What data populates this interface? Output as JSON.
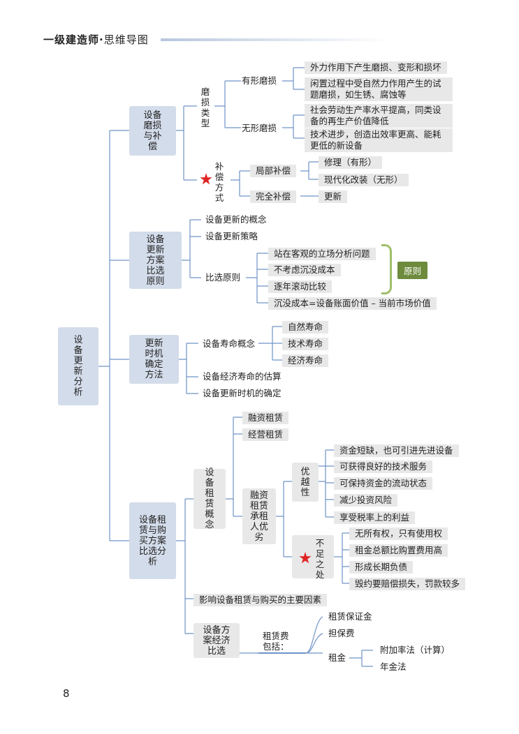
{
  "header": {
    "title": "一级建造师",
    "dot": "·",
    "subtitle": "思维导图"
  },
  "page_number": "8",
  "root": "设备更新分析",
  "s1": {
    "label": "设备磨损与补偿",
    "wear_types": "磨损类型",
    "tangible": "有形磨损",
    "t1": "外力作用下产生磨损、变形和损坏",
    "t2": "闲置过程中受自然力作用产生的试题磨损，如生锈、腐蚀等",
    "intangible": "无形磨损",
    "i1": "社会劳动生产率水平提高，同类设备的再生产价值降低",
    "i2": "技术进步，创造出效率更高、能耗更低的新设备",
    "comp_mode": "补偿方式",
    "partial": "局部补偿",
    "p1": "修理（有形）",
    "p2": "现代化改装（无形）",
    "full": "完全补偿",
    "f1": "更新"
  },
  "s2": {
    "label": "设备更新方案比选原则",
    "c1": "设备更新的概念",
    "c2": "设备更新策略",
    "c3": "比选原则",
    "r1": "站在客观的立场分析问题",
    "r2": "不考虑沉没成本",
    "r3": "逐年滚动比较",
    "r4": "沉没成本=设备账面价值 – 当前市场价值",
    "principle_tag": "原则"
  },
  "s3": {
    "label": "更新时机确定方法",
    "life": "设备寿命概念",
    "l1": "自然寿命",
    "l2": "技术寿命",
    "l3": "经济寿命",
    "econ": "设备经济寿命的估算",
    "timing": "设备更新时机的确定"
  },
  "s4": {
    "label": "设备租赁与购买方案比选分析",
    "lease_concept": "设备租赁概念",
    "fin": "融资租赁",
    "op": "经营租赁",
    "pros_cons": "融资租赁承租人优劣",
    "pros": "优越性",
    "a1": "资金短缺，也可引进先进设备",
    "a2": "可获得良好的技术服务",
    "a3": "可保持资金的流动状态",
    "a4": "减少投资风险",
    "a5": "享受税率上的利益",
    "cons": "不足之处",
    "d1": "无所有权，只有使用权",
    "d2": "租金总额比购置费用高",
    "d3": "形成长期负债",
    "d4": "毁约要赔偿损失，罚款较多",
    "factors": "影响设备租赁与购买的主要因素",
    "compare": "设备方案经济比选",
    "fee": "租赁费包括：",
    "e1": "租赁保证金",
    "e2": "担保费",
    "e3": "租金",
    "m1": "附加率法（计算）",
    "m2": "年金法"
  },
  "colors": {
    "box_blue": "#d3dcea",
    "box_gray": "#e8e8e8",
    "line": "#6f93c6",
    "star": "#e02424",
    "green": "#6e8b3d"
  }
}
